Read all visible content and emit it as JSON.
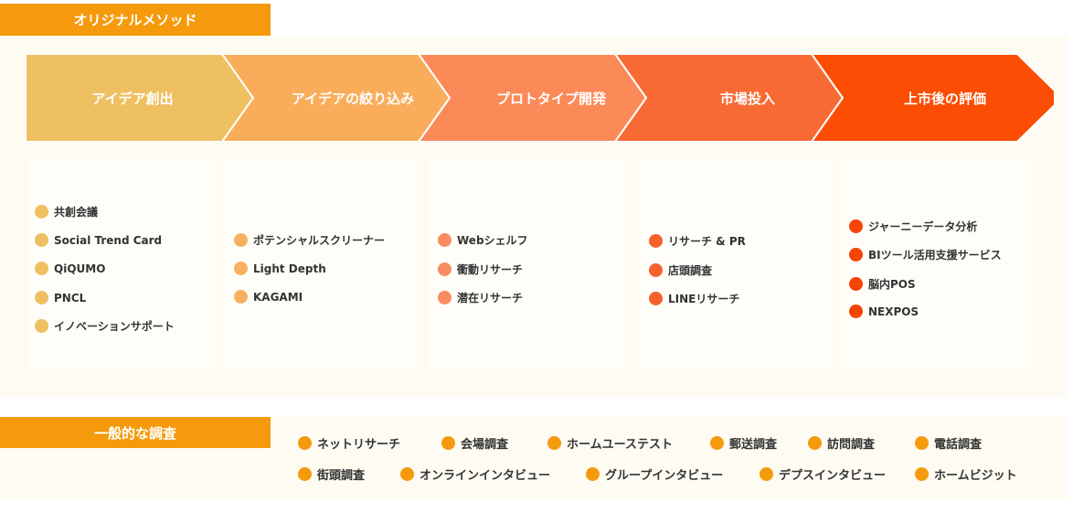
{
  "original_methods": {
    "title": "オリジナルメソッド",
    "stages": [
      {
        "label": "アイデア創出",
        "color": "#efc062",
        "dot_color": "#efc062",
        "items": [
          "共創会議",
          "Social Trend Card",
          "QiQUMO",
          "PNCL",
          "イノベーションサポート"
        ]
      },
      {
        "label": "アイデアの絞り込み",
        "color": "#f9ad5a",
        "dot_color": "#f7b060",
        "items": [
          "ポテンシャルスクリーナー",
          "Light Depth",
          "KAGAMI"
        ]
      },
      {
        "label": "プロトタイプ開発",
        "color": "#fb8a58",
        "dot_color": "#fa8c62",
        "items": [
          "Webシェルフ",
          "衝動リサーチ",
          "潜在リサーチ"
        ]
      },
      {
        "label": "市場投入",
        "color": "#f86a34",
        "dot_color": "#f5622e",
        "items": [
          "リサーチ & PR",
          "店頭調査",
          "LINEリサーチ"
        ]
      },
      {
        "label": "上市後の評価",
        "color": "#fb4d04",
        "dot_color": "#f54406",
        "items": [
          "ジャーニーデータ分析",
          "BIツール活用支援サービス",
          "脳内POS",
          "NEXPOS"
        ]
      }
    ]
  },
  "general_research": {
    "title": "一般的な調査",
    "dot_color": "#f59a0c",
    "items": [
      "ネットリサーチ",
      "会場調査",
      "ホームユーステスト",
      "郵送調査",
      "訪問調査",
      "電話調査",
      "街頭調査",
      "オンラインインタビュー",
      "グループインタビュー",
      "デプスインタビュー",
      "ホームビジット"
    ]
  }
}
